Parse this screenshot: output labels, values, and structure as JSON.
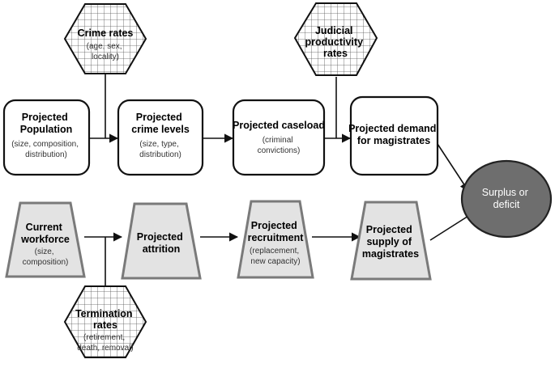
{
  "colors": {
    "box_stroke": "#111111",
    "trap_fill": "#e3e3e3",
    "trap_stroke": "#7a7a7a",
    "grid_line": "#555555",
    "ellipse_fill": "#6e6e6e",
    "ellipse_stroke": "#222222",
    "ellipse_text": "#ffffff",
    "arrow": "#111111"
  },
  "hexagons": {
    "crime_rates": {
      "title_lines": [
        "Crime rates"
      ],
      "sub_lines": [
        "(age, sex,",
        "locality)"
      ]
    },
    "judicial_rates": {
      "title_lines": [
        "Judicial",
        "productivity",
        "rates"
      ],
      "sub_lines": []
    },
    "termination_rates": {
      "title_lines": [
        "Termination",
        "rates"
      ],
      "sub_lines": [
        "(retirement,",
        "death, removal)"
      ]
    }
  },
  "demand_row": {
    "population": {
      "title_lines": [
        "Projected",
        "Population"
      ],
      "sub_lines": [
        "(size, composition,",
        "distribution)"
      ]
    },
    "crime_levels": {
      "title_lines": [
        "Projected",
        "crime levels"
      ],
      "sub_lines": [
        "(size, type,",
        "distribution)"
      ]
    },
    "caseload": {
      "title_lines": [
        "Projected caseload"
      ],
      "sub_lines": [
        "(criminal",
        "convictions)"
      ]
    },
    "demand": {
      "title_lines": [
        "Projected  demand",
        "for magistrates"
      ],
      "sub_lines": []
    }
  },
  "supply_row": {
    "workforce": {
      "title_lines": [
        "Current",
        "workforce"
      ],
      "sub_lines": [
        "(size,",
        "composition)"
      ]
    },
    "attrition": {
      "title_lines": [
        "Projected",
        "attrition"
      ],
      "sub_lines": []
    },
    "recruitment": {
      "title_lines": [
        "Projected",
        "recruitment"
      ],
      "sub_lines": [
        "(replacement,",
        "new capacity)"
      ]
    },
    "supply": {
      "title_lines": [
        "Projected",
        "supply of",
        "magistrates"
      ],
      "sub_lines": []
    }
  },
  "outcome": {
    "title_lines": [
      "Surplus or",
      "deficit"
    ]
  }
}
